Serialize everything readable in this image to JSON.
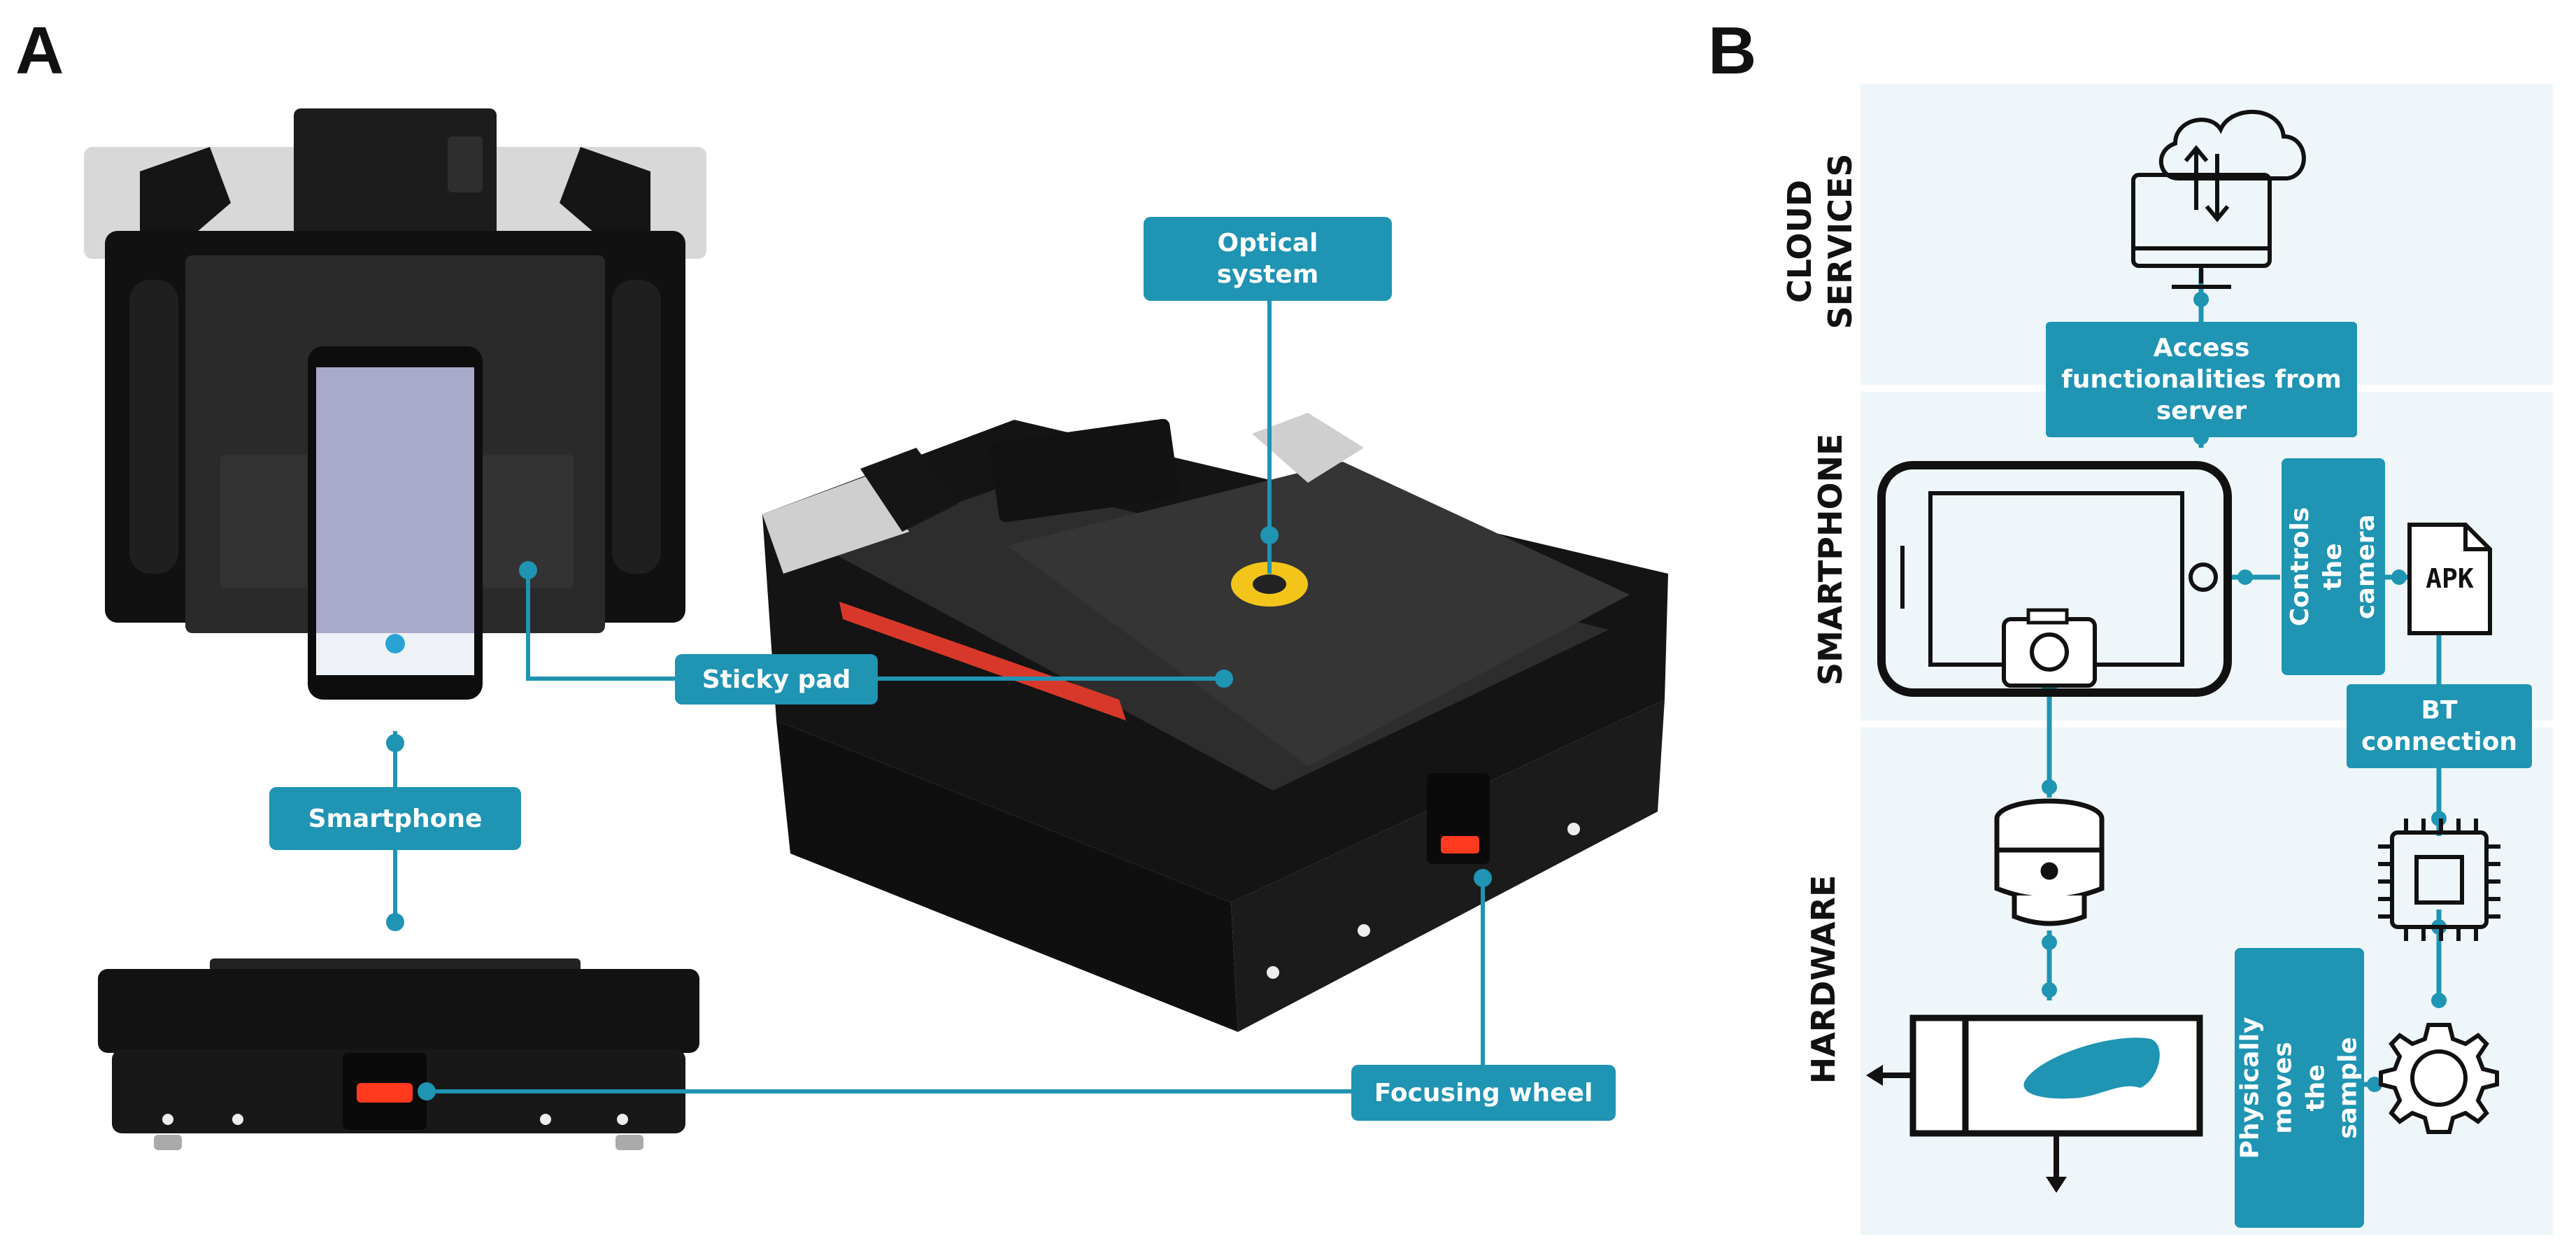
{
  "panels": {
    "a": "A",
    "b": "B"
  },
  "callouts": {
    "optical_system": "Optical\nsystem",
    "sticky_pad": "Sticky pad",
    "smartphone": "Smartphone",
    "focusing_wheel": "Focusing wheel"
  },
  "sections": {
    "cloud": "CLOUD\nSERVICES",
    "smartphone": "SMARTPHONE",
    "hardware": "HARDWARE"
  },
  "flow_labels": {
    "access": "Access\nfunctionalities from\nserver",
    "controls_camera": "Controls the\ncamera",
    "bt_connection": "BT\nconnection",
    "physically_moves": "Physically\nmoves\nthe sample"
  },
  "icons": {
    "apk": "APK"
  },
  "colors": {
    "accent": "#1f94b3",
    "panel_bg": "#eef6f9",
    "device": "#1a1a1a"
  }
}
